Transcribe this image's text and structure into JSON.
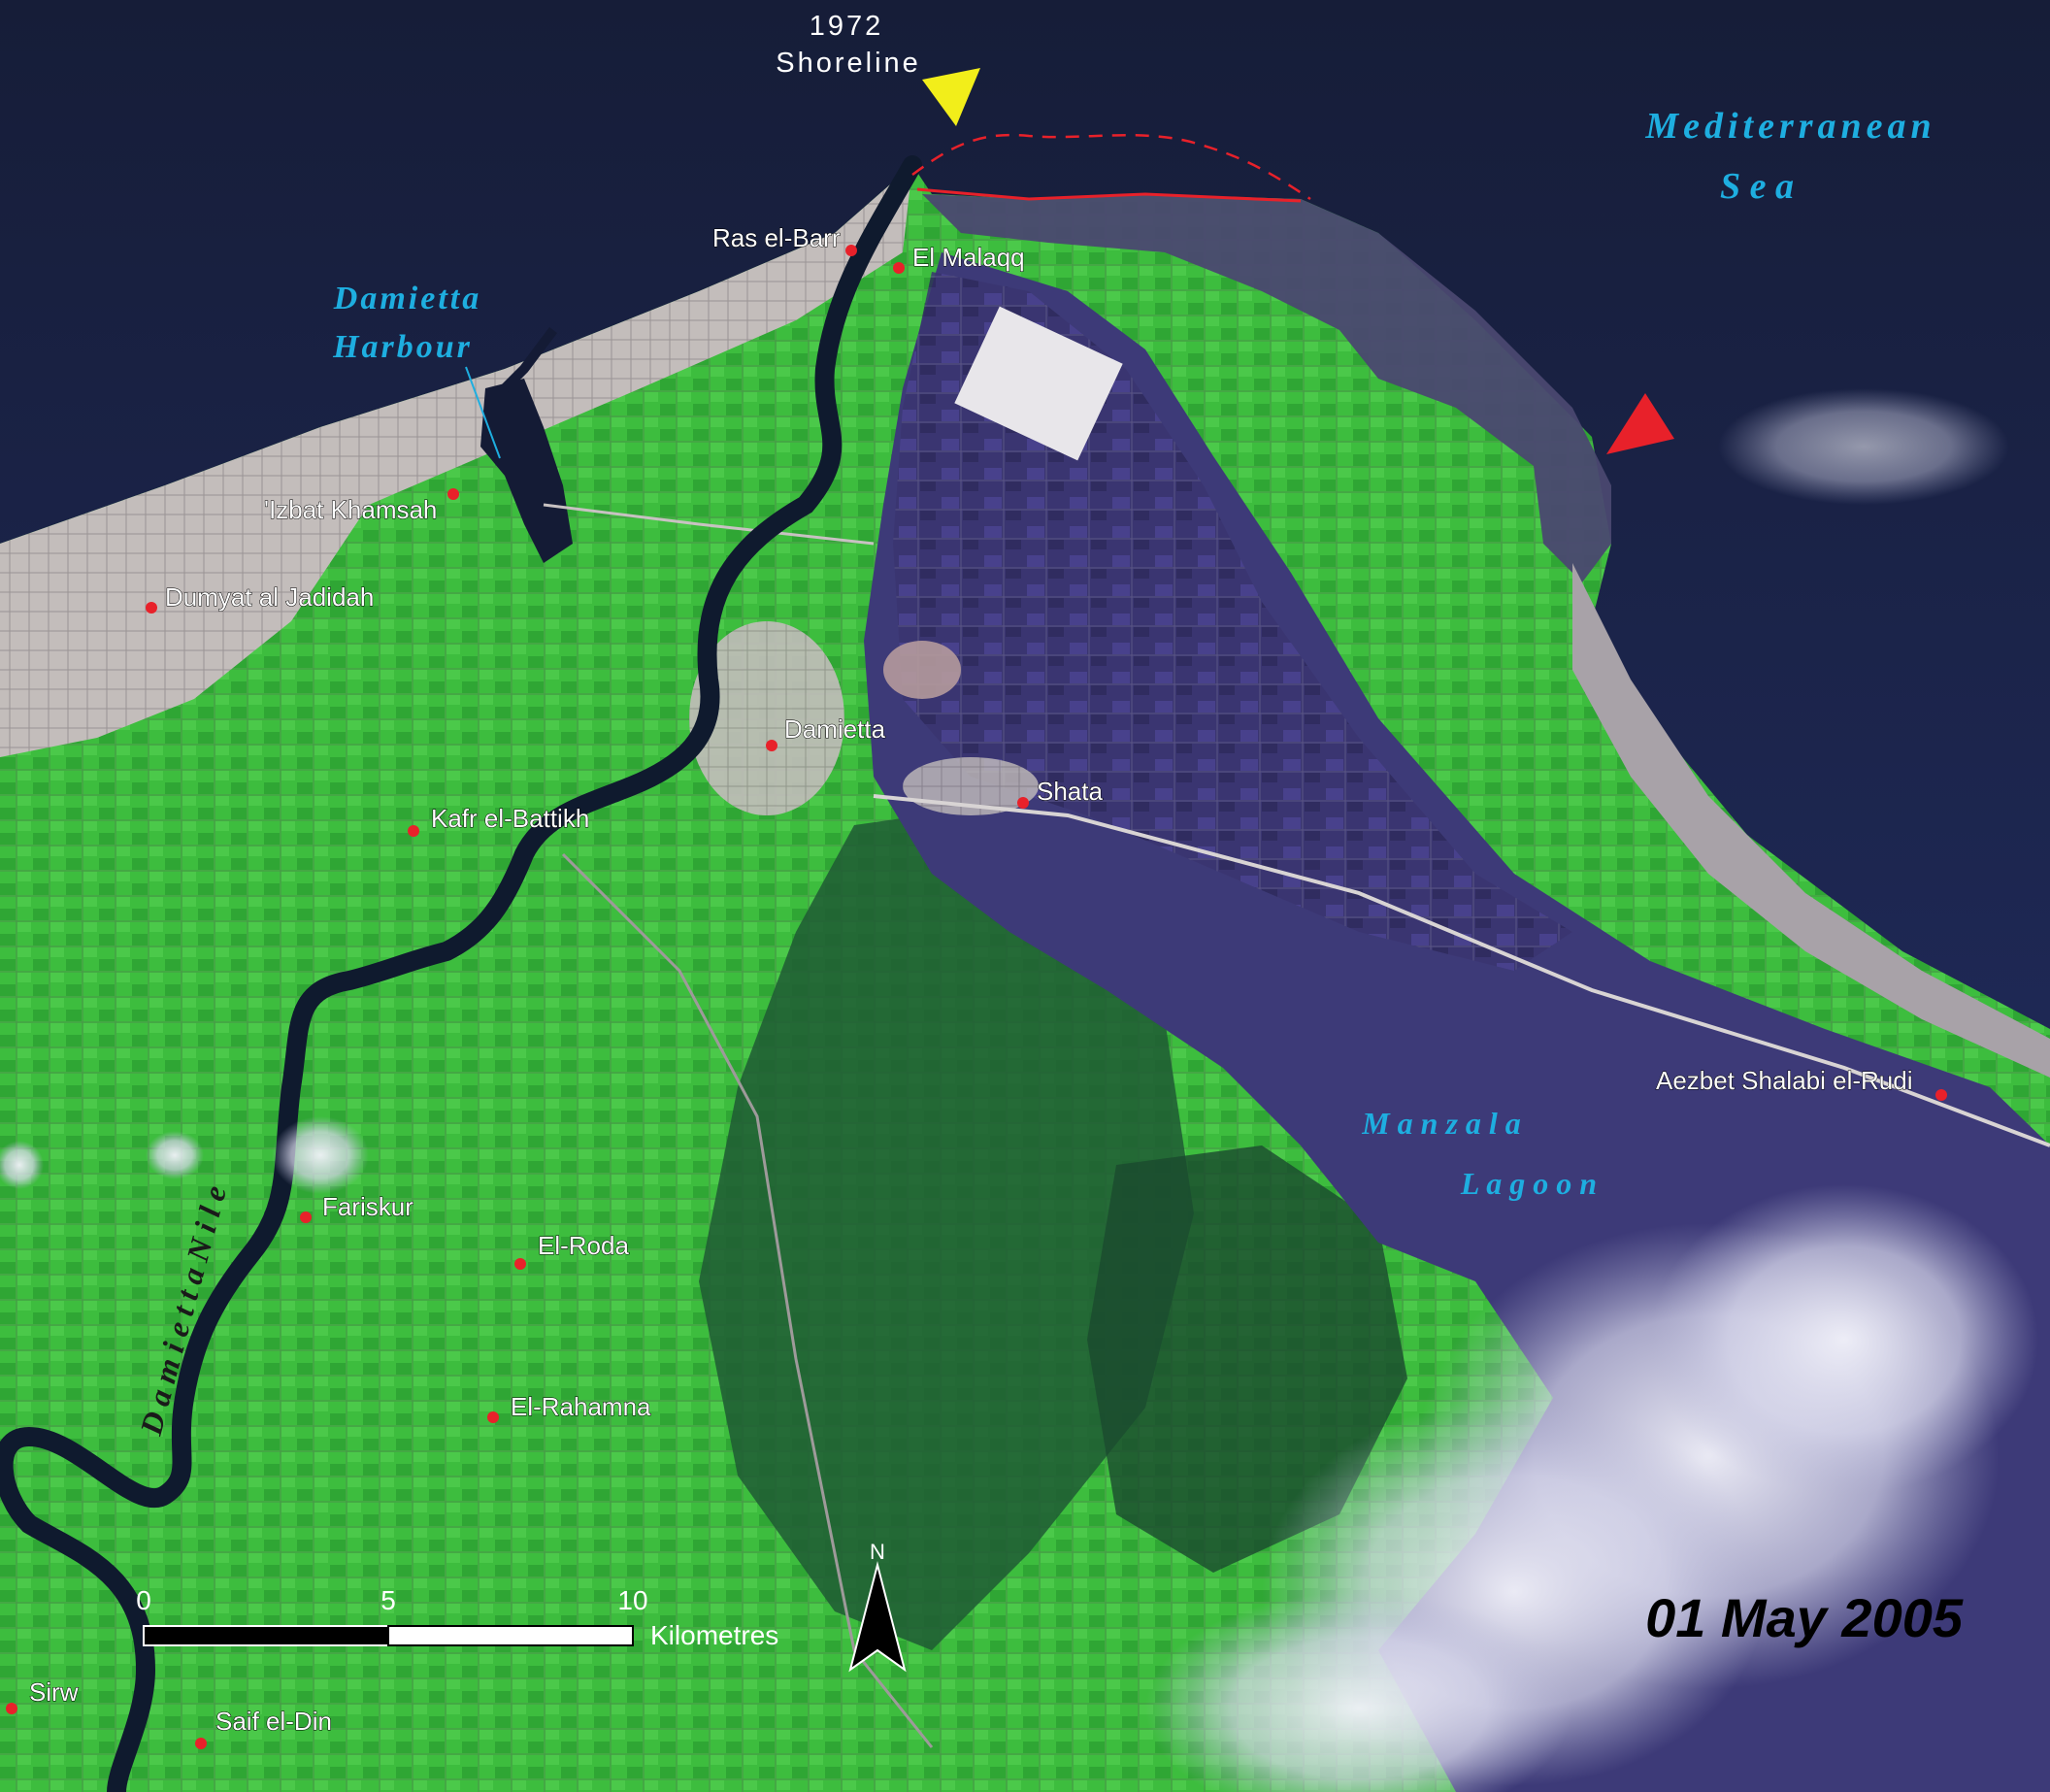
{
  "map": {
    "date": "01 May 2005",
    "colors": {
      "sea": "#1c2645",
      "sea_deep": "#141b35",
      "lagoon": "#3d3a78",
      "vegetation": "#38b83a",
      "vegetation_dark": "#1f6e2a",
      "urban": "#bdb7b5",
      "river": "#0f1a2e",
      "cloud": "#e6e6f2",
      "town_marker": "#e8212a",
      "shoreline_1972": "#e8212a",
      "yellow_arrow": "#f2ee1a",
      "red_arrow": "#e8212a",
      "water_label": "#1eaee0"
    },
    "annotations": {
      "shoreline_year": "1972",
      "shoreline_word": "Shoreline"
    },
    "water_labels": {
      "sea_line1": "Mediterranean",
      "sea_line2": "S e a",
      "harbour_line1": "Damietta",
      "harbour_line2": "Harbour",
      "lagoon_line1": "M a n z a l a",
      "lagoon_line2": "L a g o o n",
      "river": "D a m i e t t a    N i l e"
    },
    "towns": [
      {
        "id": "ras-el-barr",
        "name": "Ras el-Barr"
      },
      {
        "id": "el-malaqq",
        "name": "El Malaqq"
      },
      {
        "id": "izbat-khamsah",
        "name": "'Izbat Khamsah"
      },
      {
        "id": "dumyat-al-jadidah",
        "name": "Dumyat al Jadidah"
      },
      {
        "id": "damietta",
        "name": "Damietta"
      },
      {
        "id": "shata",
        "name": "Shata"
      },
      {
        "id": "kafr-el-battikh",
        "name": "Kafr el-Battikh"
      },
      {
        "id": "aezbet-shalabi-el-rudi",
        "name": "Aezbet Shalabi el-Rudi"
      },
      {
        "id": "fariskur",
        "name": "Fariskur"
      },
      {
        "id": "el-roda",
        "name": "El-Roda"
      },
      {
        "id": "el-rahamna",
        "name": "El-Rahamna"
      },
      {
        "id": "sirw",
        "name": "Sirw"
      },
      {
        "id": "saif-el-din",
        "name": "Saif el-Din"
      }
    ],
    "scale_bar": {
      "ticks": [
        "0",
        "5",
        "10"
      ],
      "unit": "Kilometres"
    },
    "north_arrow": {
      "label": "N"
    }
  }
}
